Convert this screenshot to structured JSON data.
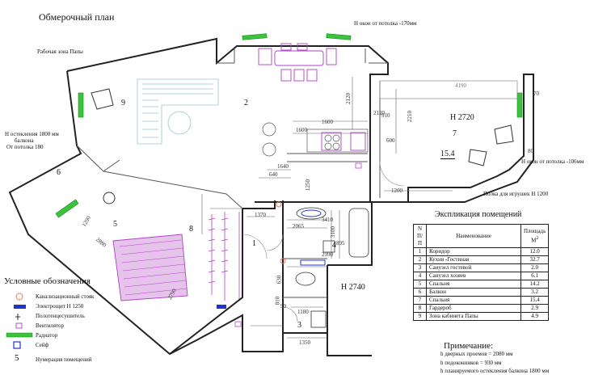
{
  "title": "Обмерочный план",
  "annotations": {
    "window_top": "Н окон от потолка -170мм",
    "work_zone": "Рабочая зона Папы",
    "balcony_glazing": "Н остекления 1800 мм",
    "balcony_word": "балкона",
    "from_ceiling": "От потолка 180",
    "window_right": "Н окон от потолка -106мм",
    "toy_shelf": "Полка для игрушек Н 1200",
    "height_2720": "Н 2720",
    "height_2740": "Н 2740",
    "area_154": "15.4"
  },
  "dimensions": [
    "1600",
    "1600",
    "2120",
    "2120",
    "910",
    "2210",
    "4190",
    "600",
    "1640",
    "1200",
    "640",
    "1250",
    "1370",
    "2065",
    "3410",
    "3100",
    "895",
    "2990",
    "630",
    "1180",
    "810",
    "1350",
    "1200",
    "2880",
    "2790",
    "70",
    "80",
    "90"
  ],
  "room_numbers": [
    "1",
    "2",
    "3",
    "4",
    "5",
    "6",
    "7",
    "8",
    "9"
  ],
  "legend": {
    "title": "Условные обозначения",
    "items": [
      {
        "label": "Канализационный стояк",
        "icon": "sewer-riser-icon"
      },
      {
        "label": "Электрощит Н 1250",
        "icon": "electrical-panel-icon"
      },
      {
        "label": "Полотенцесушитель",
        "icon": "towel-dryer-icon"
      },
      {
        "label": "Вентилятор",
        "icon": "fan-icon"
      },
      {
        "label": "Радиатор",
        "icon": "radiator-icon"
      },
      {
        "label": "Сейф",
        "icon": "safe-icon"
      },
      {
        "label": "Нумерация помещений",
        "icon": "room-number-icon",
        "sample": "5"
      }
    ]
  },
  "explication": {
    "title": "Экспликация помещений",
    "headers": [
      "N П/П",
      "Наименование",
      "Площадь"
    ],
    "area_unit": "М",
    "rows": [
      [
        "1",
        "Коридор",
        "12.0"
      ],
      [
        "2",
        "Кухня -Гостиная",
        "32.7"
      ],
      [
        "3",
        "Санузел гостевой",
        "2.0"
      ],
      [
        "4",
        "Санузел хозяев",
        "6.1"
      ],
      [
        "5",
        "Спальня",
        "14.2"
      ],
      [
        "6",
        "Балкон",
        "3.2"
      ],
      [
        "7",
        "Спальня",
        "15.4"
      ],
      [
        "8",
        "Гардероб",
        "2.9"
      ],
      [
        "9",
        "Зона кабинета Папы",
        "4.9"
      ]
    ]
  },
  "notes": {
    "title": "Примечание:",
    "lines": [
      "h дверных проемов = 2080 мм",
      "h подоконников = 930 мм",
      "h планируемого остекления балкона 1800 мм"
    ]
  },
  "colors": {
    "radiator": "#3cc23c",
    "furniture": "#b040c8",
    "panel": "#2233cc",
    "riser": "#e87a5a",
    "wall": "#222222",
    "light": "#8ab8c8"
  }
}
